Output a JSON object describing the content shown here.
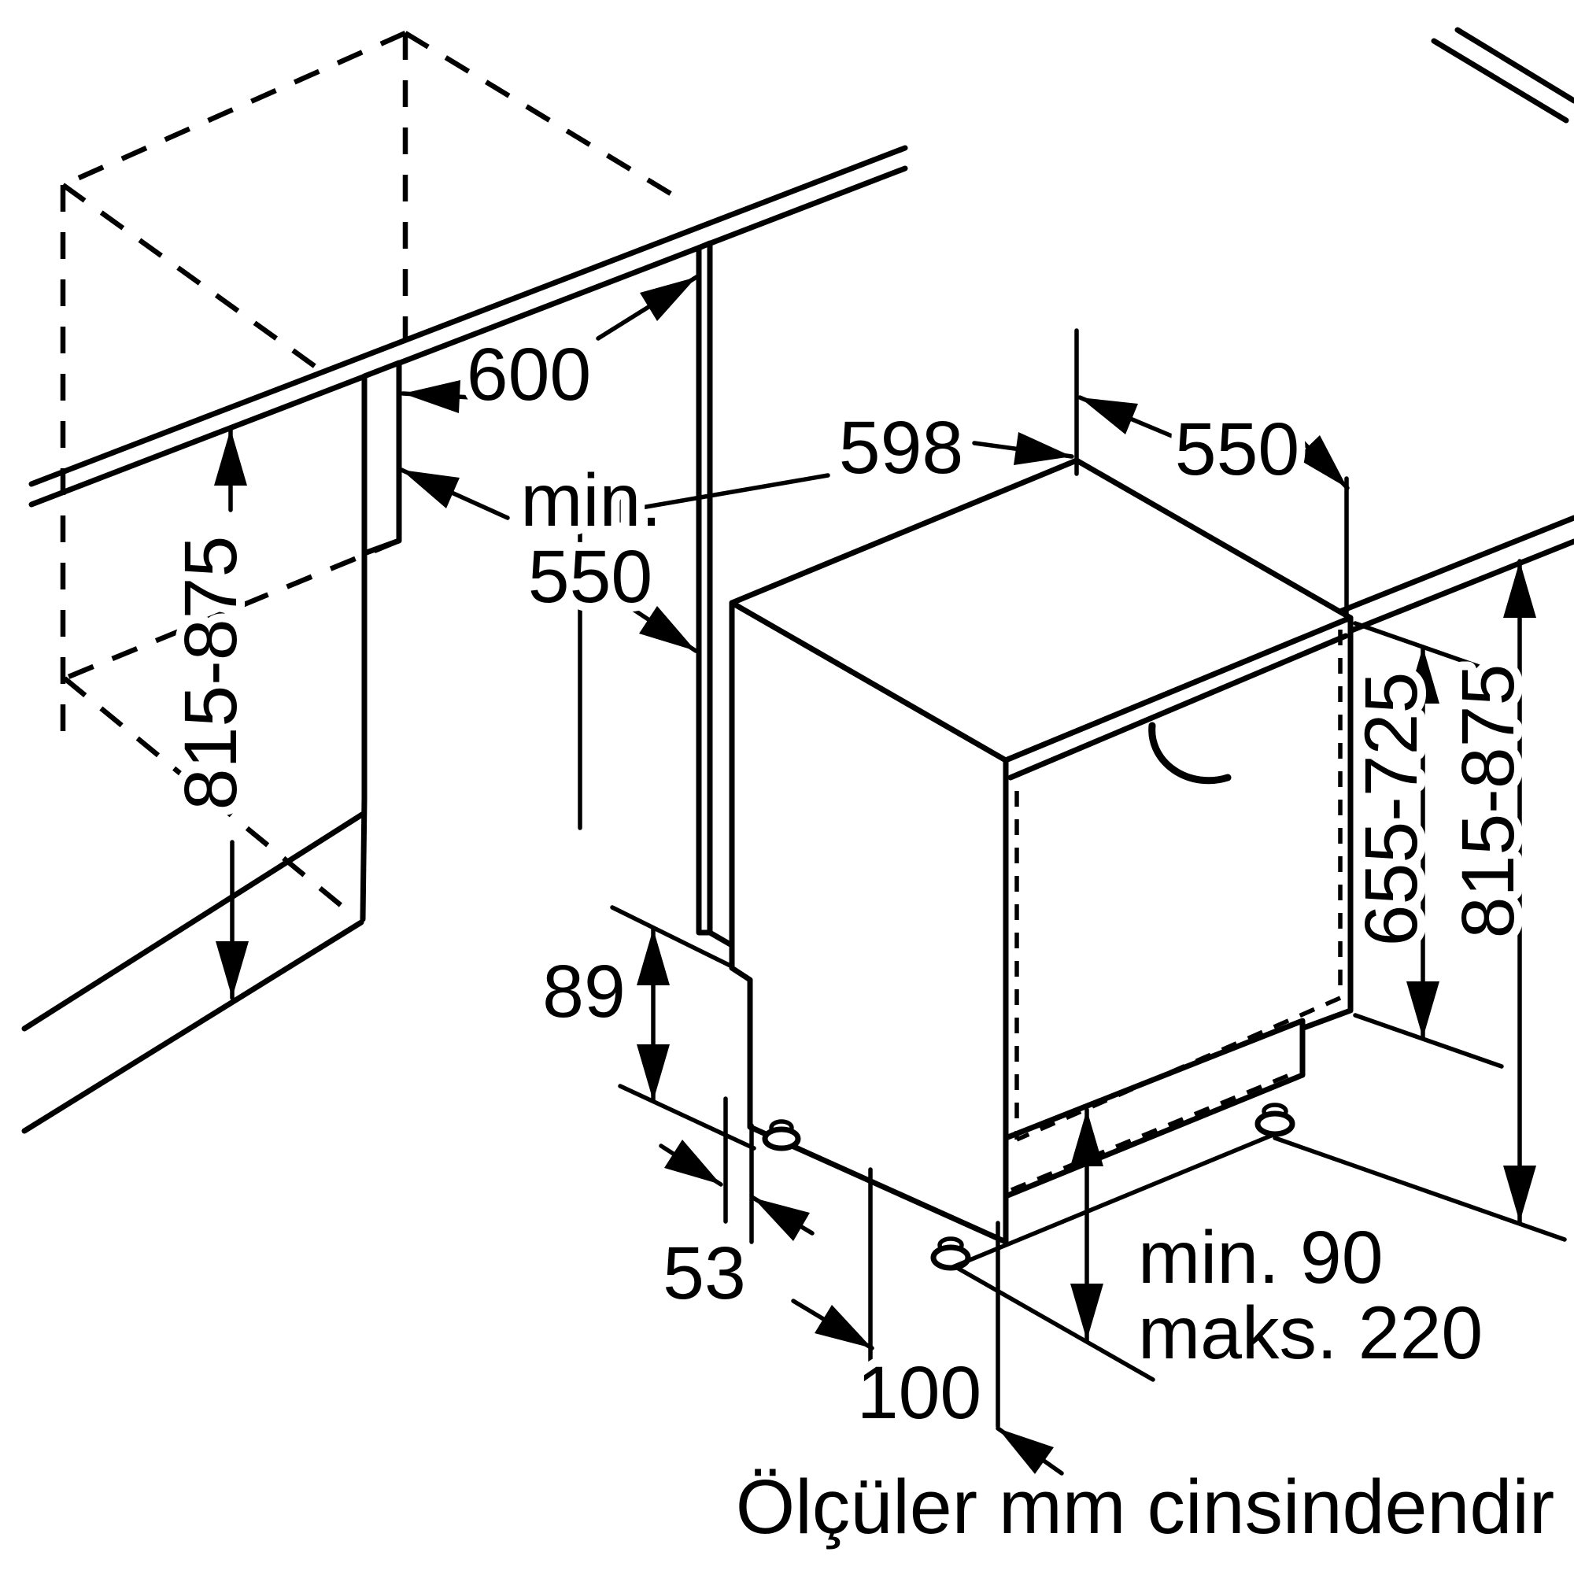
{
  "diagram": {
    "unit_note": "Ölçüler mm cinsindendir",
    "labels": {
      "niche_width": "600",
      "niche_depth_line1": "min.",
      "niche_depth_line2": "550",
      "niche_height": "815-875",
      "appliance_width": "598",
      "appliance_depth": "550",
      "furniture_door_height": "655-725",
      "appliance_height": "815-875",
      "rear_recess_height": "89",
      "rear_recess_depth": "53",
      "foot_distance": "100",
      "plinth_height_min": "min. 90",
      "plinth_height_max": "maks. 220"
    },
    "colors": {
      "line": "#000000",
      "background": "#ffffff"
    }
  }
}
